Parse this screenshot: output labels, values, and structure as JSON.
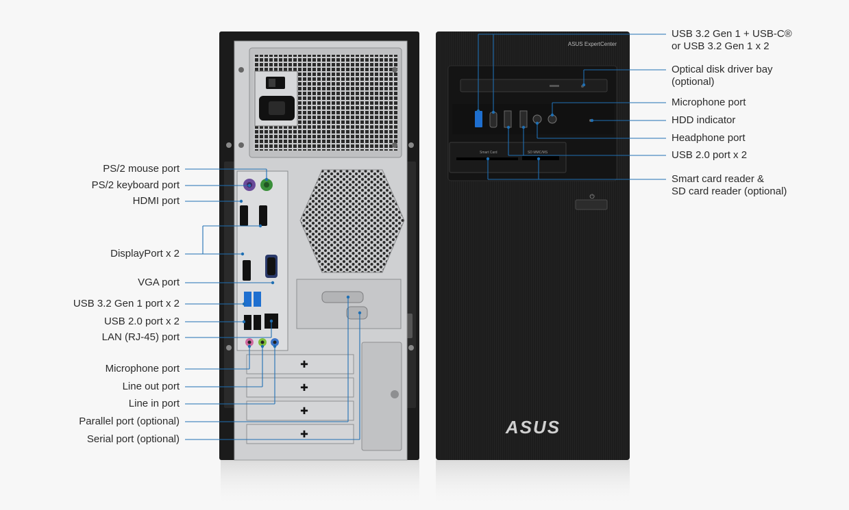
{
  "colors": {
    "background": "#f7f7f7",
    "callout_line": "#1f6fb3",
    "case_black": "#1b1b1b",
    "back_panel_silver": "#cfd0d2",
    "port_green": "#3a8f3a",
    "port_purple": "#6a4b9a",
    "usb3_blue": "#1e6fd0",
    "audio_pink": "#d06aa0",
    "audio_lime": "#7fbf3a",
    "audio_blue": "#3b74c8"
  },
  "brand": {
    "front_logo": "ASUS",
    "front_badge": "ASUS ExpertCenter",
    "card_slot_left": "Smart Card",
    "card_slot_right": "SD MMC/MS"
  },
  "back_labels": [
    {
      "id": "ps2-mouse-port",
      "text": "PS/2 mouse port"
    },
    {
      "id": "ps2-keyboard-port",
      "text": "PS/2 keyboard port"
    },
    {
      "id": "hdmi-port",
      "text": "HDMI port"
    },
    {
      "id": "displayport-x2",
      "text": "DisplayPort  x 2"
    },
    {
      "id": "vga-port",
      "text": "VGA port"
    },
    {
      "id": "usb32-gen1-port-x2",
      "text": "USB 3.2 Gen 1 port x 2"
    },
    {
      "id": "usb20-port-x2-back",
      "text": "USB 2.0 port x 2"
    },
    {
      "id": "lan-port",
      "text": "LAN (RJ-45) port"
    },
    {
      "id": "microphone-port-back",
      "text": "Microphone port"
    },
    {
      "id": "line-out-port",
      "text": "Line out port"
    },
    {
      "id": "line-in-port",
      "text": "Line in port"
    },
    {
      "id": "parallel-port",
      "text": "Parallel port (optional)"
    },
    {
      "id": "serial-port",
      "text": "Serial port (optional)"
    }
  ],
  "front_labels": [
    {
      "id": "usb32-front",
      "line1": "USB 3.2 Gen 1 + USB-C®",
      "line2": "or USB 3.2 Gen 1 x 2"
    },
    {
      "id": "optical-bay",
      "line1": "Optical disk driver bay",
      "line2": "(optional)"
    },
    {
      "id": "microphone-port-front",
      "line1": "Microphone port",
      "line2": ""
    },
    {
      "id": "hdd-indicator",
      "line1": "HDD indicator",
      "line2": ""
    },
    {
      "id": "headphone-port",
      "line1": "Headphone port",
      "line2": ""
    },
    {
      "id": "usb20-front",
      "line1": "USB 2.0 port x 2",
      "line2": ""
    },
    {
      "id": "card-reader",
      "line1": "Smart card reader &",
      "line2": "SD card reader (optional)"
    }
  ]
}
